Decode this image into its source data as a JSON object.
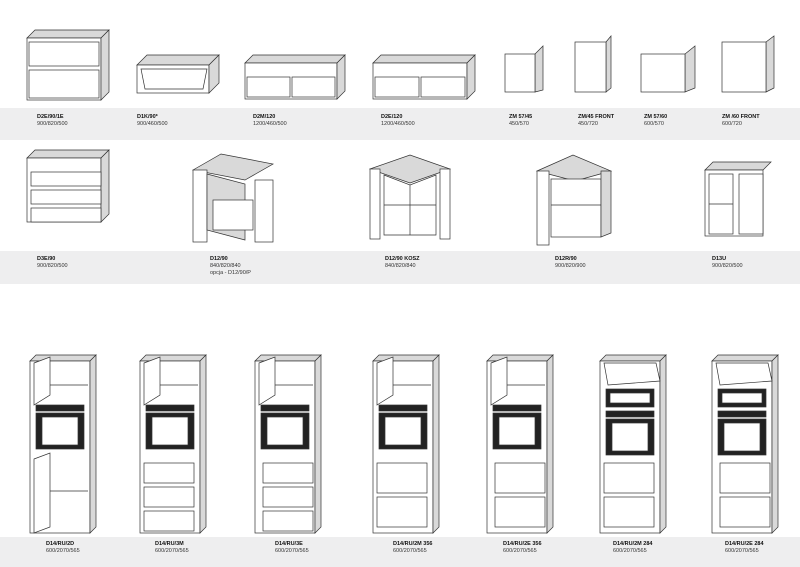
{
  "row1": [
    {
      "code": "D2E/90/1E",
      "dims": "900/820/500"
    },
    {
      "code": "D1K/90*",
      "dims": "900/460/500"
    },
    {
      "code": "D2M/120",
      "dims": "1200/460/500"
    },
    {
      "code": "D2E/120",
      "dims": "1200/460/500"
    },
    {
      "code": "ZM 57/45",
      "dims": "450/570"
    },
    {
      "code": "ZM/45 FRONT",
      "dims": "450/720"
    },
    {
      "code": "ZM 57/60",
      "dims": "600/570"
    },
    {
      "code": "ZM /60 FRONT",
      "dims": "600/720"
    }
  ],
  "row2": [
    {
      "code": "D3E/90",
      "dims": "900/820/500"
    },
    {
      "code": "D12/90",
      "dims": "840/820/840",
      "note": "opcja - D12/90/P"
    },
    {
      "code": "D12/90 KOSZ",
      "dims": "840/820/840"
    },
    {
      "code": "D12R/90",
      "dims": "900/820/900"
    },
    {
      "code": "D13U",
      "dims": "900/820/500"
    }
  ],
  "row3": [
    {
      "code": "D14/RU/2D",
      "dims": "600/2070/565"
    },
    {
      "code": "D14/RU/3M",
      "dims": "600/2070/565"
    },
    {
      "code": "D14/RU/3E",
      "dims": "600/2070/565"
    },
    {
      "code": "D14/RU/2M 356",
      "dims": "600/2070/565"
    },
    {
      "code": "D14/RU/2E 356",
      "dims": "600/2070/565"
    },
    {
      "code": "D14/RU/2M 284",
      "dims": "600/2070/565"
    },
    {
      "code": "D14/RU/2E 284",
      "dims": "600/2070/565"
    }
  ]
}
